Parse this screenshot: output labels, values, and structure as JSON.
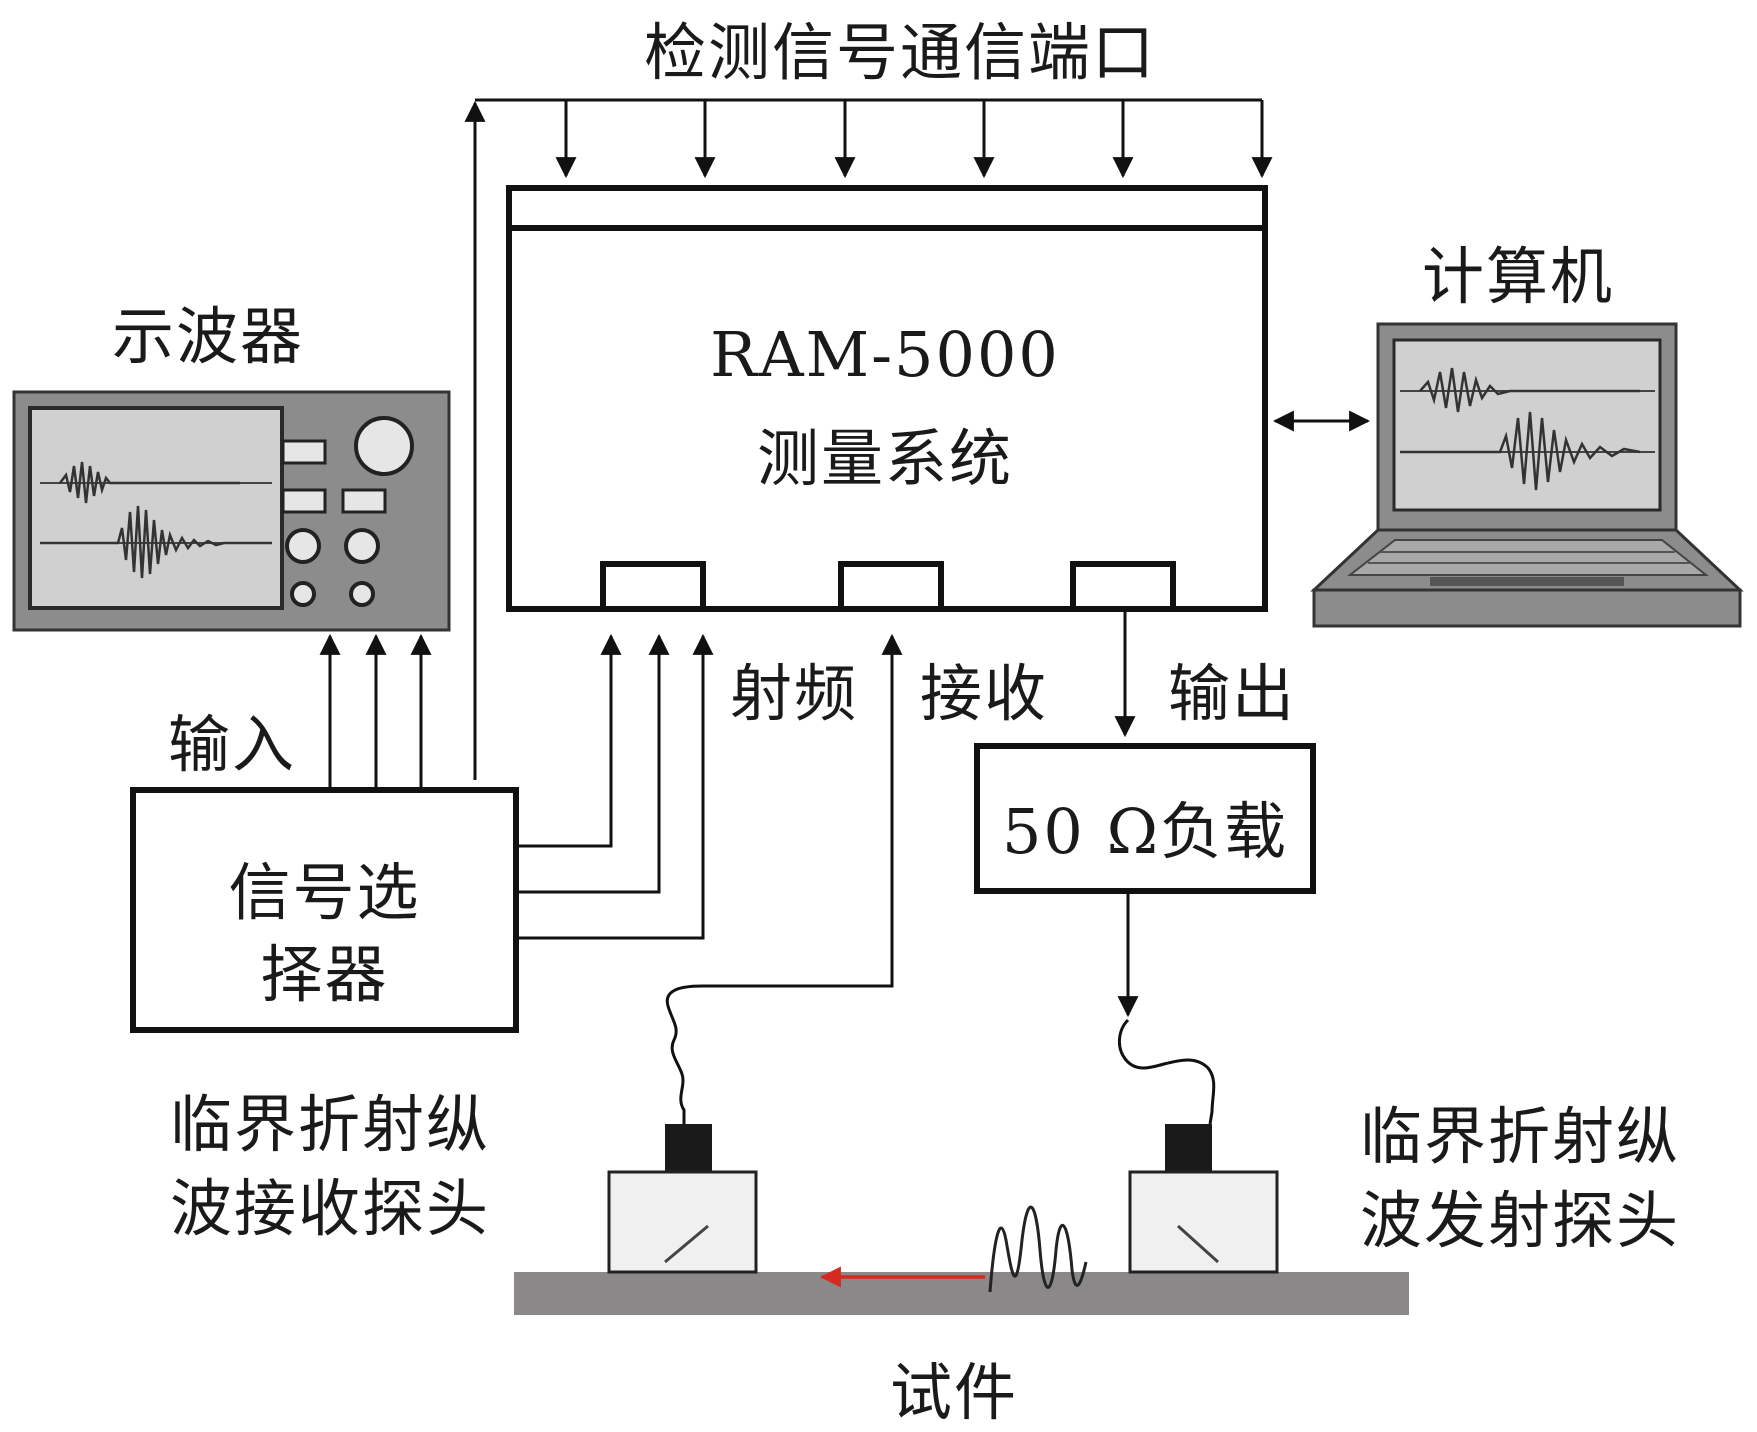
{
  "labels": {
    "ports_title": "检测信号通信端口",
    "oscilloscope": "示波器",
    "computer": "计算机",
    "system_line1": "RAM-5000",
    "system_line2": "测量系统",
    "input": "输入",
    "rf": "射频",
    "receive": "接收",
    "output": "输出",
    "load": "50 Ω负载",
    "selector_line1": "信号选",
    "selector_line2": "择器",
    "receiver_line1": "临界折射纵",
    "receiver_line2": "波接收探头",
    "transmitter_line1": "临界折射纵",
    "transmitter_line2": "波发射探头",
    "specimen": "试件"
  },
  "colors": {
    "line": "#111111",
    "device_gray": "#8c8c8c",
    "screen_gray": "#d0d0d0",
    "specimen_gray": "#8a8888",
    "wave_arrow": "#d42a1f"
  }
}
